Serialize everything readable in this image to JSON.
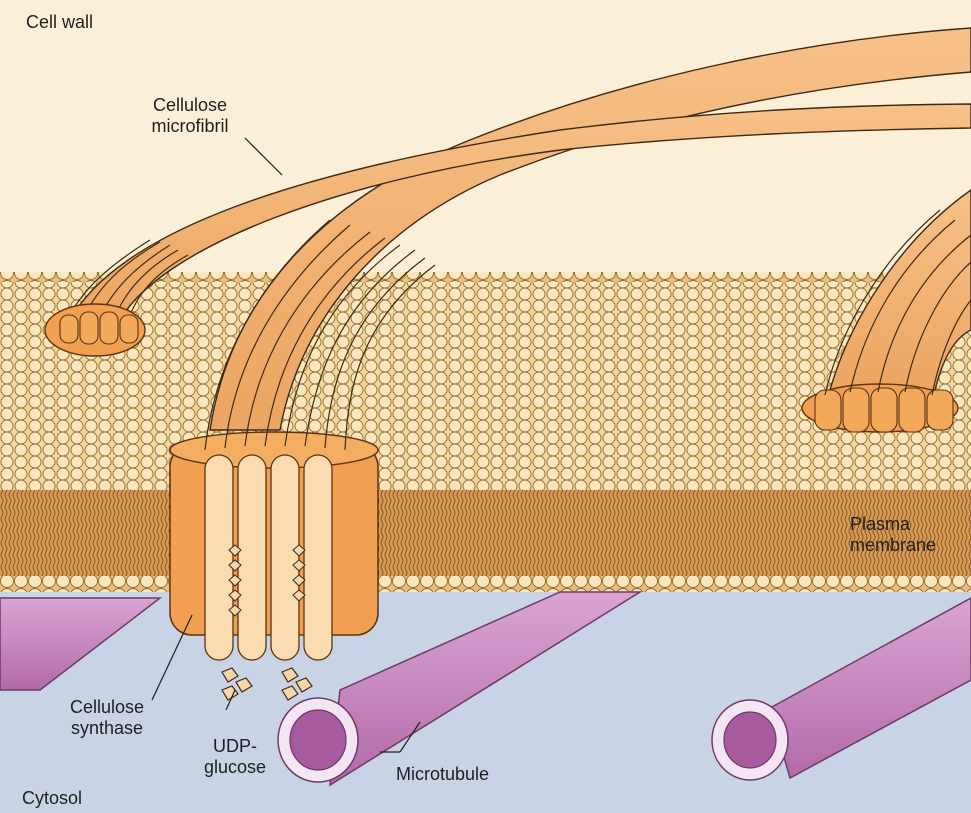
{
  "labels": {
    "cell_wall": "Cell wall",
    "cellulose_microfibril_1": "Cellulose",
    "cellulose_microfibril_2": "microfibril",
    "plasma_membrane_1": "Plasma",
    "plasma_membrane_2": "membrane",
    "cellulose_synthase_1": "Cellulose",
    "cellulose_synthase_2": "synthase",
    "udp_glucose_1": "UDP-",
    "udp_glucose_2": "glucose",
    "microtubule": "Microtubule",
    "cytosol": "Cytosol"
  },
  "colors": {
    "cell_wall_bg": "#fcefd8",
    "membrane_head": "#fbe5b4",
    "membrane_tail": "#d79a4e",
    "cytosol_bg": "#c8d3e6",
    "microtubule": "#b97ab3",
    "microtubule_lumen": "#a85a9e",
    "synthase": "#f0a050",
    "synthase_light": "#fbdcb0",
    "fibril": "#f4b577"
  }
}
